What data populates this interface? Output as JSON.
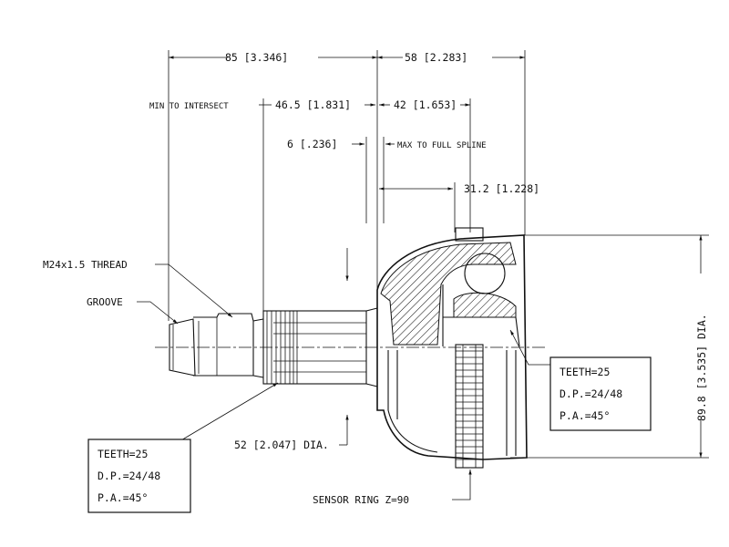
{
  "dimensions": {
    "overall_stub": "85 [3.346]",
    "housing_length": "58 [2.283]",
    "min_to_intersect_label": "MIN TO INTERSECT",
    "min_to_intersect_value": "46.5 [1.831]",
    "spline_length": "42 [1.653]",
    "offset": "6 [.236]",
    "max_to_full_spline": "MAX TO FULL SPLINE",
    "bearing_offset": "31.2 [1.228]",
    "outer_diameter": "89.8 [3.535] DIA.",
    "shaft_diameter": "52 [2.047] DIA."
  },
  "callouts": {
    "thread": "M24x1.5 THREAD",
    "groove": "GROOVE",
    "sensor_ring": "SENSOR RING Z=90"
  },
  "spec_outer": {
    "teeth": "TEETH=25",
    "dp": "D.P.=24/48",
    "pa": "P.A.=45°"
  },
  "spec_inner": {
    "teeth": "TEETH=25",
    "dp": "D.P.=24/48",
    "pa": "P.A.=45°"
  }
}
